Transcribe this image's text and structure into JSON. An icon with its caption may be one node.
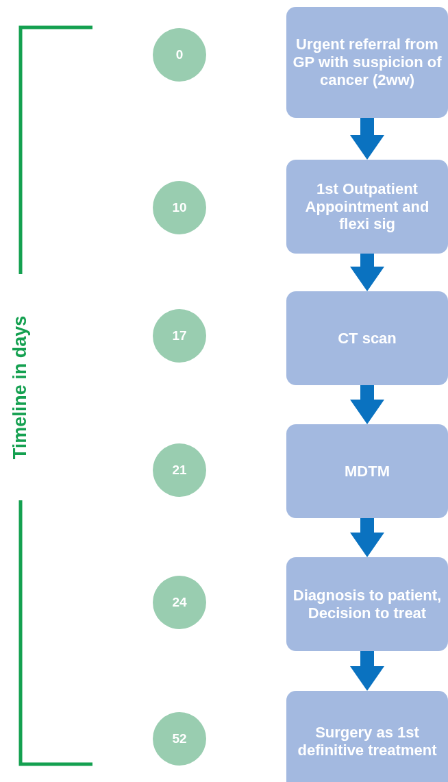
{
  "diagram": {
    "nodes": [
      {
        "text": [
          "0"
        ]
      },
      {
        "text": [
          "Urgent referral from GP with suspicion of cancer (2ww)"
        ]
      },
      {
        "text": [
          "10"
        ]
      },
      {
        "text": [
          "1st Outpatient Appointment and flexi sig"
        ]
      },
      {
        "text": [
          "17"
        ]
      },
      {
        "text": [
          "CT scan"
        ]
      },
      {
        "text": [
          "21"
        ]
      },
      {
        "text": [
          "MDTM"
        ]
      },
      {
        "text": [
          "24"
        ]
      },
      {
        "text": [
          "Diagnosis to patient, Decision to treat"
        ]
      },
      {
        "text": [
          "52"
        ]
      },
      {
        "text": [
          "Surgery as 1st definitive treatment"
        ]
      }
    ],
    "edges": [
      {
        "from": 1,
        "to": 3,
        "arrow": "to"
      },
      {
        "from": 3,
        "to": 5,
        "arrow": "to"
      },
      {
        "from": 5,
        "to": 7,
        "arrow": "to"
      },
      {
        "from": 7,
        "to": 9,
        "arrow": "to"
      },
      {
        "from": 9,
        "to": 11,
        "arrow": "to"
      }
    ],
    "labels": [
      "Timeline in days"
    ]
  }
}
